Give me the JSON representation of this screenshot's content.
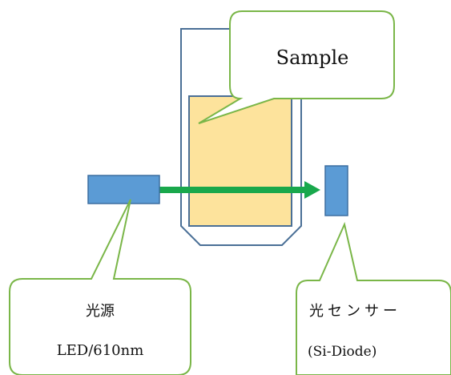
{
  "diagram": {
    "callouts": {
      "sample": {
        "label": "Sample"
      },
      "light_source": {
        "line1": "光源",
        "line2": "LED/610nm"
      },
      "light_sensor": {
        "line1": "光センサー",
        "line2": "(Si-Diode)"
      }
    },
    "colors": {
      "callout_border": "#7ab648",
      "callout_fill": "#ffffff",
      "cuvette_outline": "#4a6f96",
      "sample_fill": "#fde39c",
      "device_fill": "#5b9bd5",
      "device_border": "#3c6ea0",
      "beam": "#19a84c"
    }
  }
}
